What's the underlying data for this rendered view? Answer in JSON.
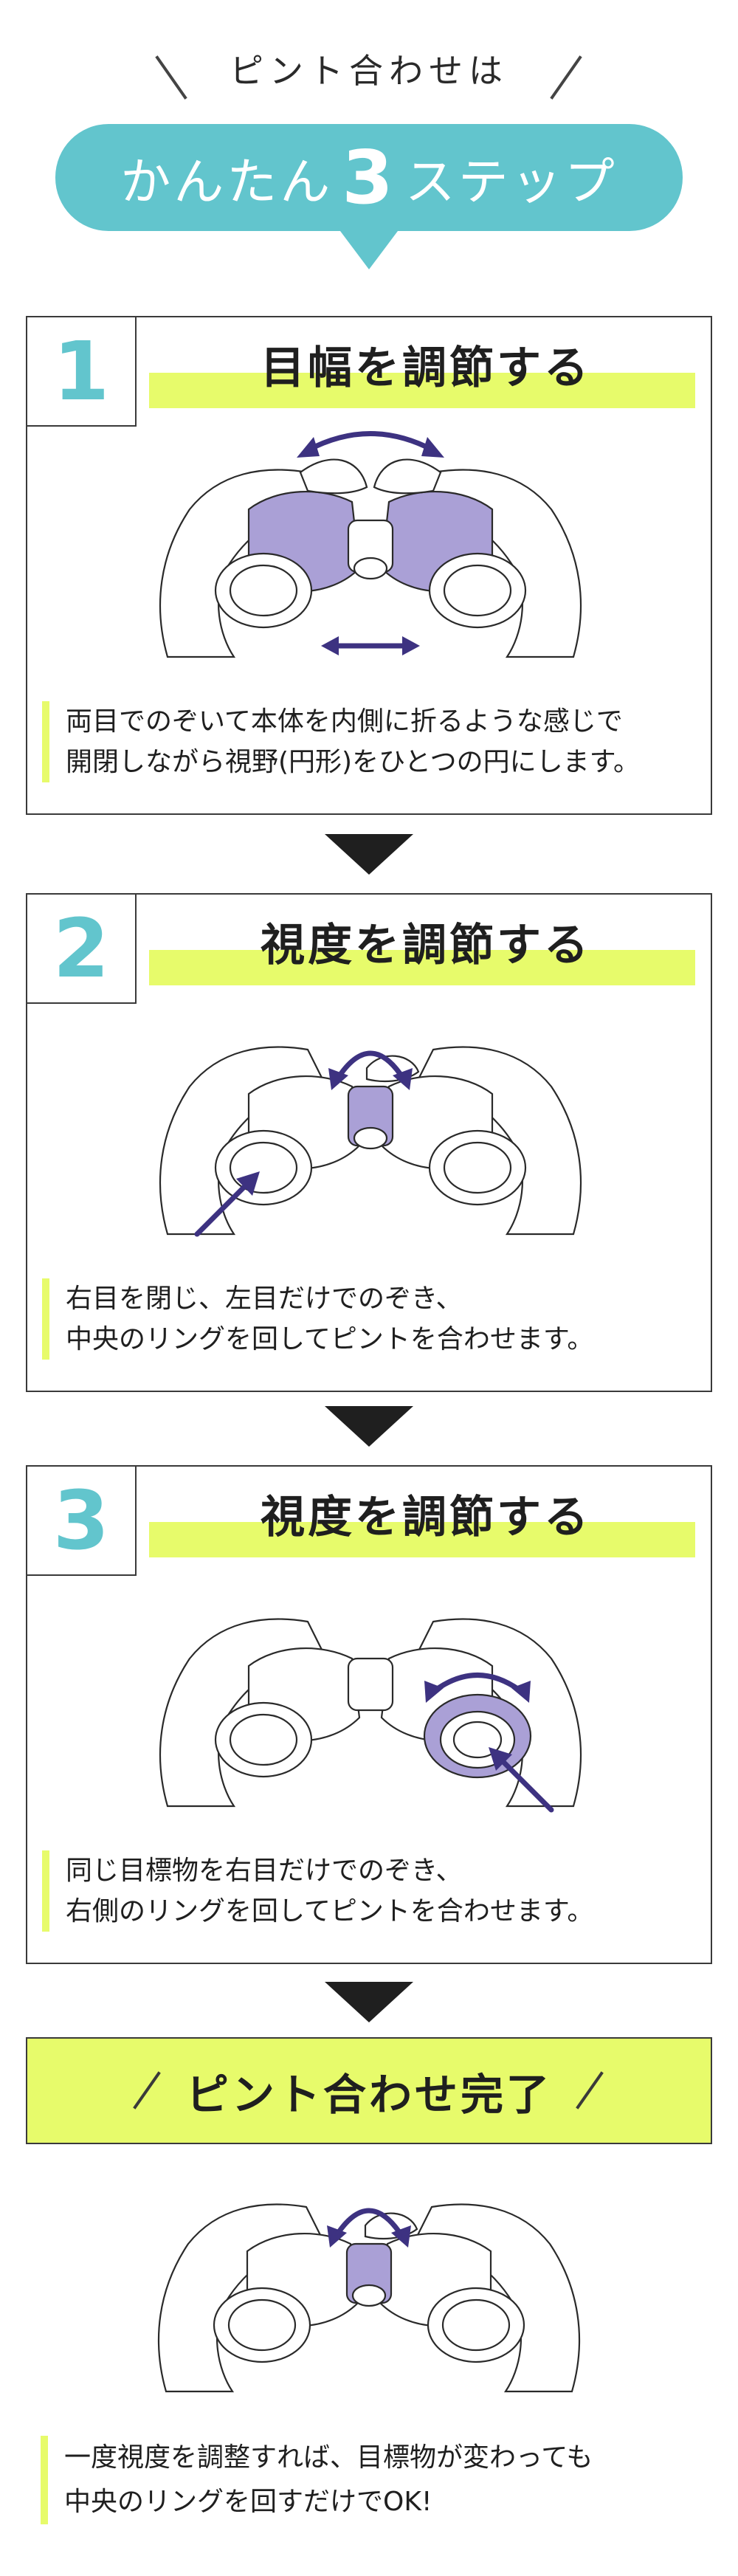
{
  "header": {
    "subtitle": "ピント合わせは",
    "headline_prefix": "かんたん",
    "headline_number": "3",
    "headline_suffix": "ステップ"
  },
  "colors": {
    "accent_teal": "#62c5cd",
    "accent_yellow": "#e7fb6b",
    "accent_purple": "#aaa0d6",
    "arrow_navy": "#3d3281"
  },
  "steps": [
    {
      "number": "1",
      "title": "目幅を調節する",
      "lines": [
        "両目でのぞいて本体を内側に折るような感じで",
        "開閉しながら視野(円形)をひとつの円にします。"
      ]
    },
    {
      "number": "2",
      "title": "視度を調節する",
      "lines": [
        "右目を閉じ、左目だけでのぞき、",
        "中央のリングを回してピントを合わせます。"
      ]
    },
    {
      "number": "3",
      "title": "視度を調節する",
      "lines": [
        "同じ目標物を右目だけでのぞき、",
        "右側のリングを回してピントを合わせます。"
      ]
    }
  ],
  "complete": {
    "title": "ピント合わせ完了",
    "lines": [
      "一度視度を調整すれば、目標物が変わっても",
      "中央のリングを回すだけでOK!"
    ]
  }
}
